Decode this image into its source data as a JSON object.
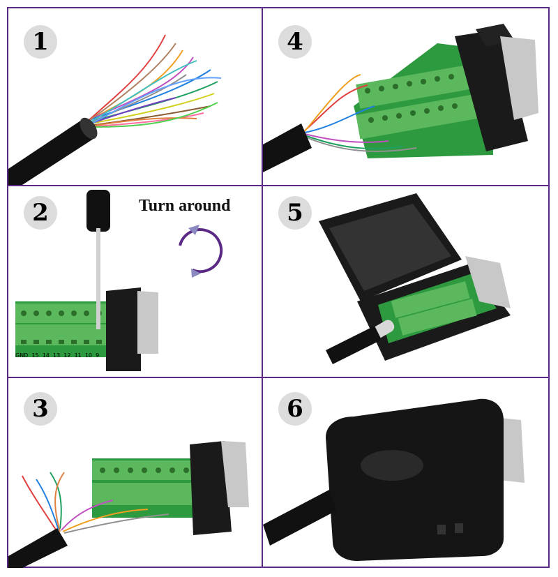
{
  "steps": {
    "s1": {
      "number": "1"
    },
    "s2": {
      "number": "2"
    },
    "s3": {
      "number": "3"
    },
    "s4": {
      "number": "4"
    },
    "s5": {
      "number": "5"
    },
    "s6": {
      "number": "6"
    }
  },
  "annotation": {
    "turn_around": "Turn around"
  },
  "pin_labels": [
    "GND",
    "15",
    "14",
    "13",
    "12",
    "11",
    "10",
    "9"
  ],
  "colors": {
    "border": "#5b2a86",
    "terminal_green": "#5cb85c",
    "pcb_green": "#2e9a3f",
    "cable_black": "#111111",
    "metal_silver": "#c8c8c8",
    "arrow_purple": "#5b2a86"
  }
}
